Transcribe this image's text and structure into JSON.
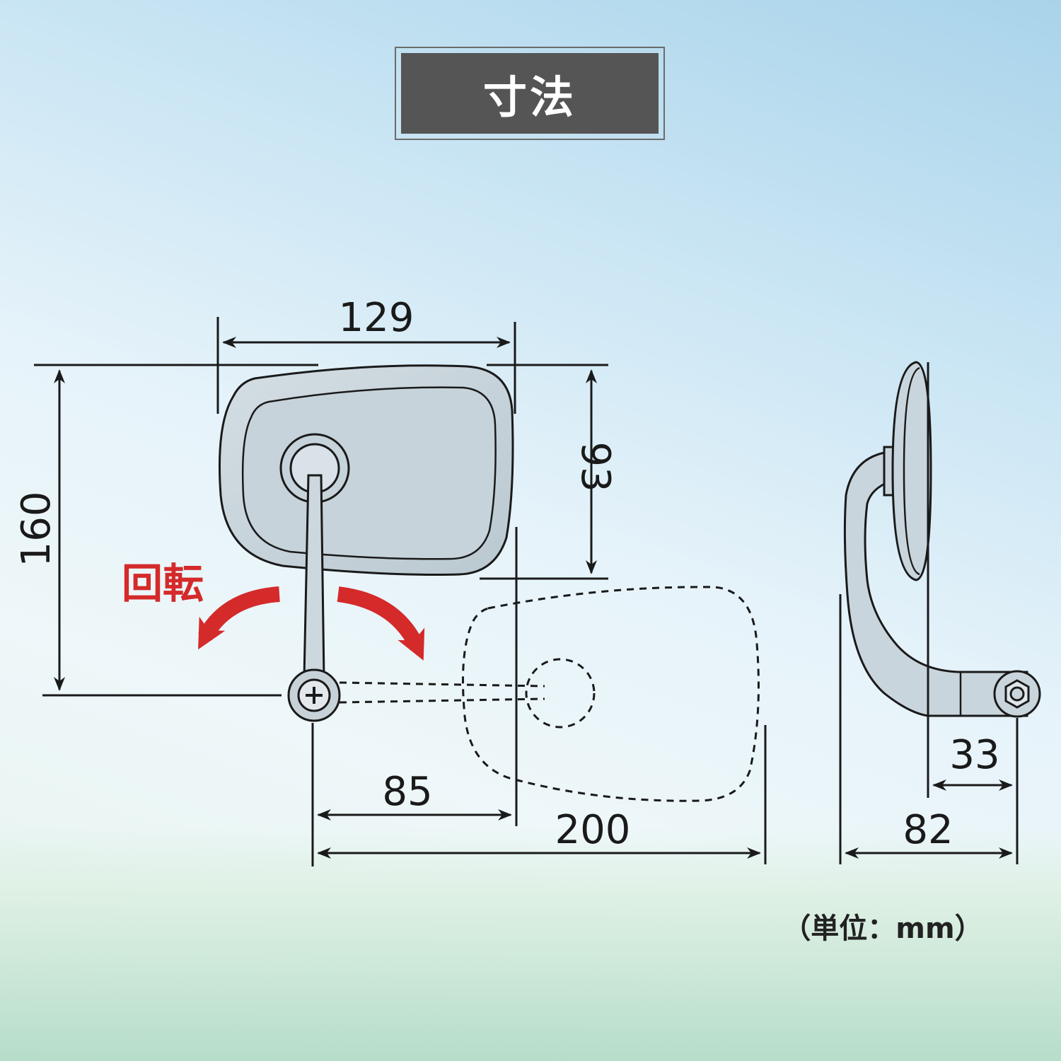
{
  "title": "寸法",
  "rotation_label": "回転",
  "dimensions": {
    "width_top": "129",
    "height_left": "160",
    "height_right": "93",
    "offset_bottom": "85",
    "reach_bottom": "200",
    "side_short": "33",
    "side_total": "82"
  },
  "unit_label": "（単位：mm）",
  "colors": {
    "title_bg": "#555555",
    "rotation_red": "#d42a2a",
    "line": "#1a1a1a",
    "part_fill": "#c8d6de"
  }
}
